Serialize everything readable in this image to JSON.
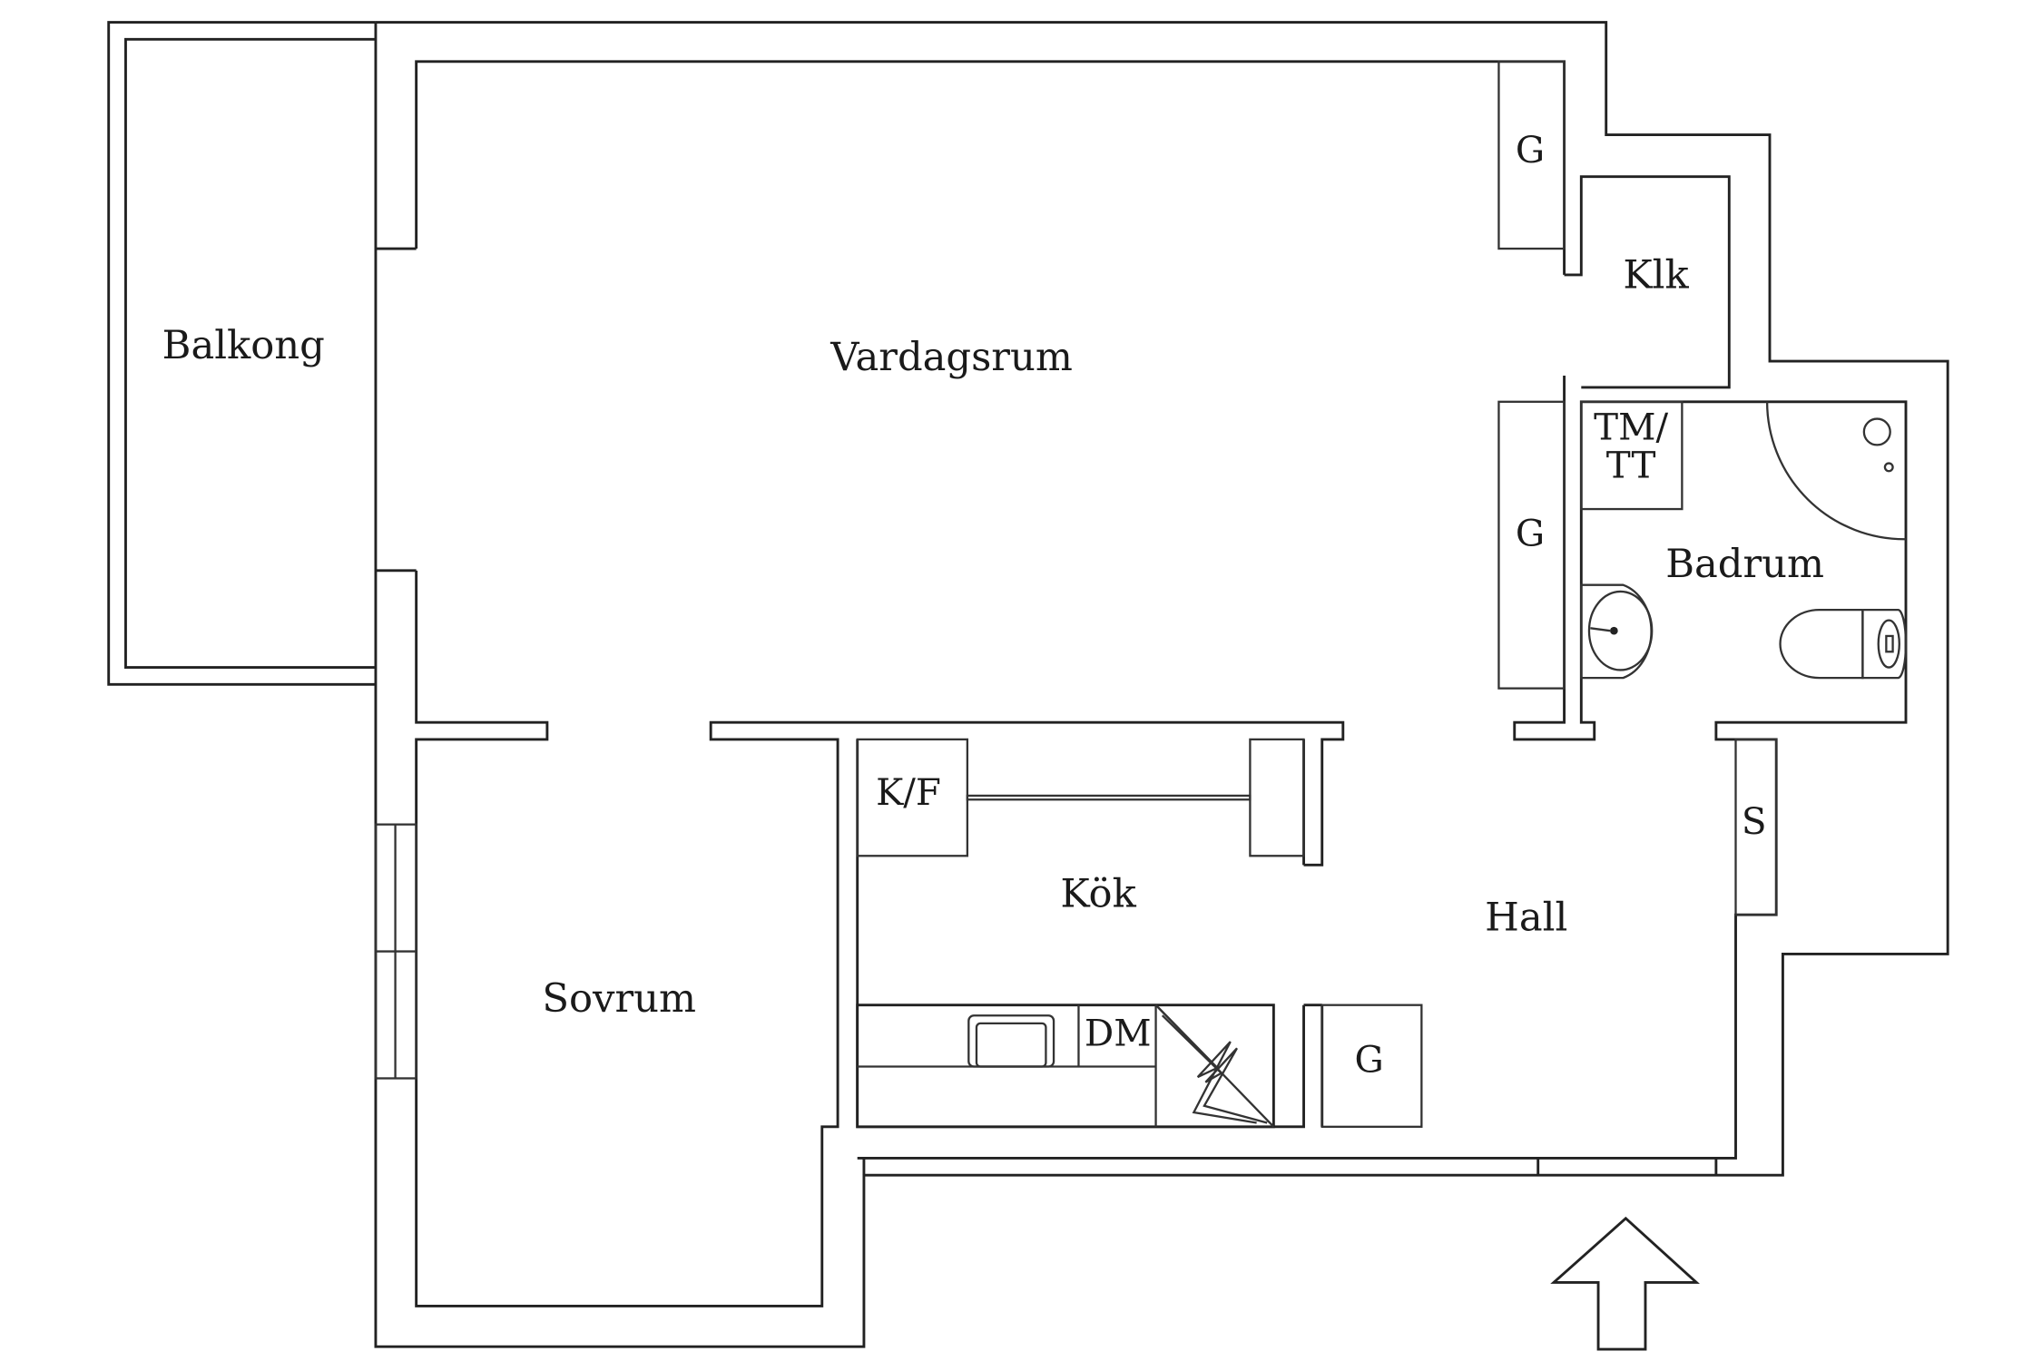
{
  "rooms": {
    "balcony": "Balkong",
    "living_room": "Vardagsrum",
    "bedroom": "Sovrum",
    "kitchen": "Kök",
    "hall": "Hall",
    "bathroom": "Badrum",
    "closet": "Klk"
  },
  "fixtures": {
    "wardrobe_top": "G",
    "wardrobe_mid": "G",
    "wardrobe_hall": "G",
    "fridge_freezer": "K/F",
    "dishwasher": "DM",
    "washer_dryer_line1": "TM/",
    "washer_dryer_line2": "TT",
    "storage": "S"
  },
  "colors": {
    "line": "#222222",
    "background": "#ffffff"
  }
}
